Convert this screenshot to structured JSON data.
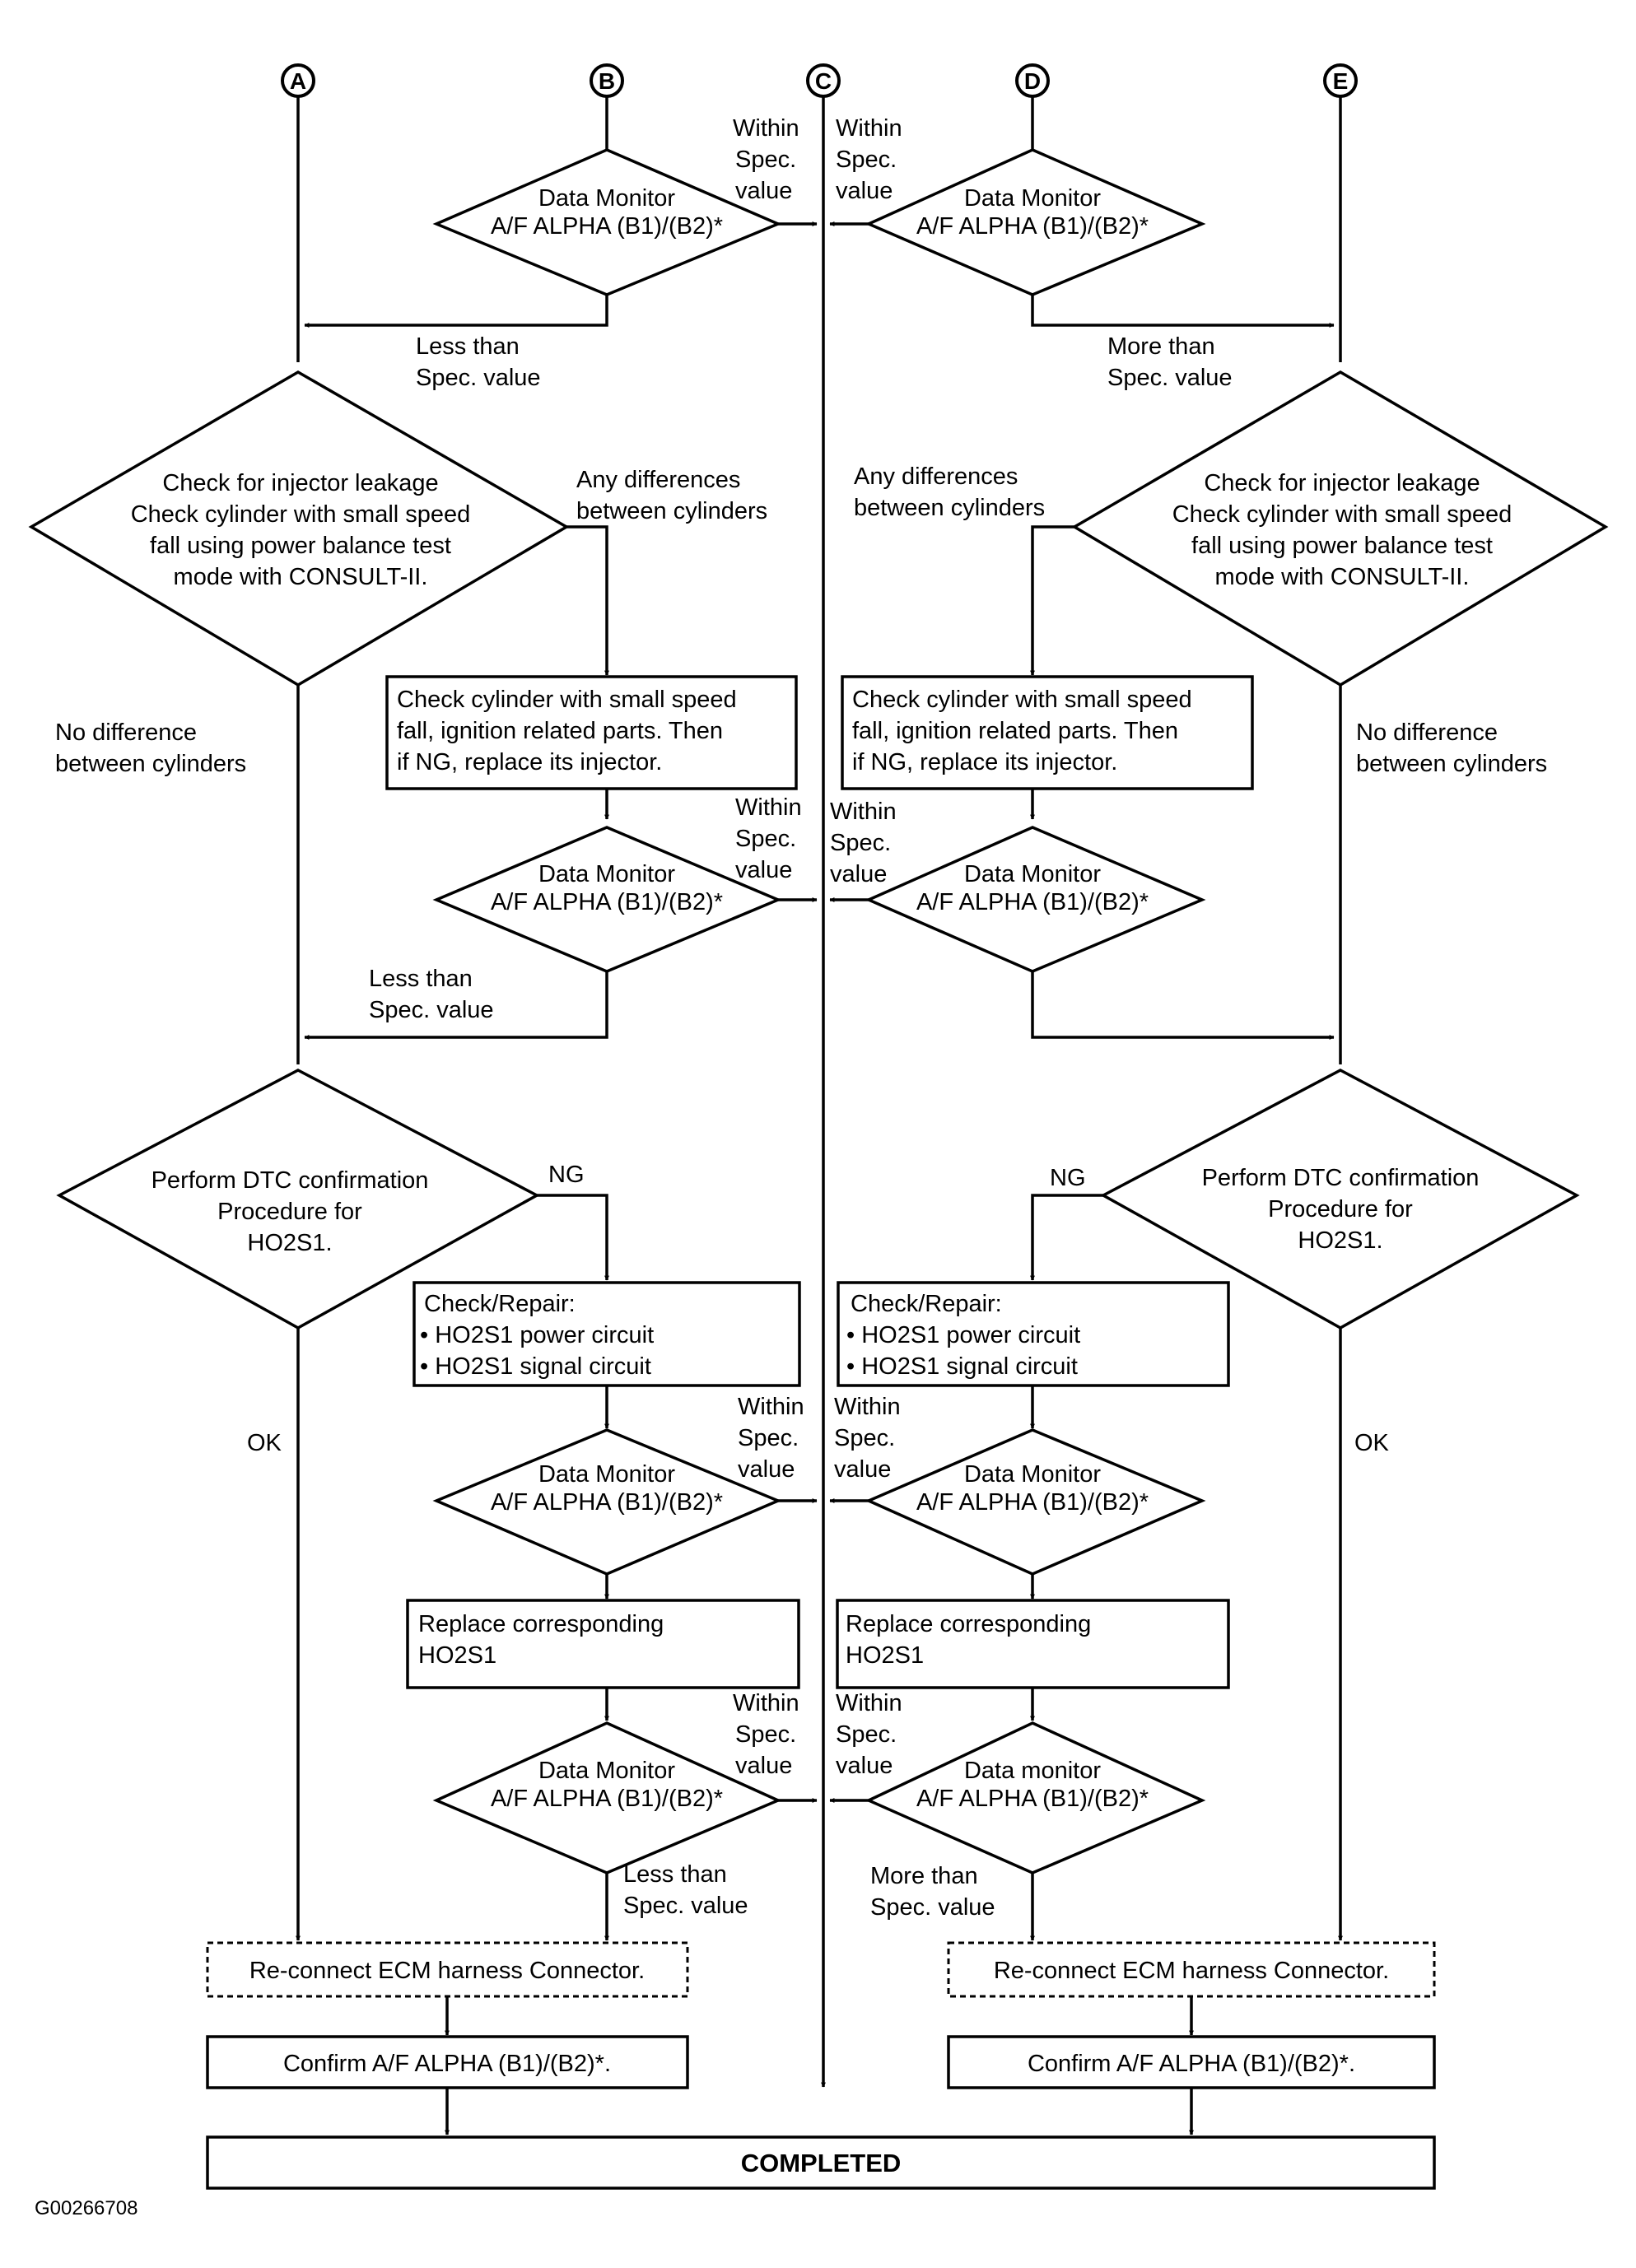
{
  "connectors": {
    "a": "A",
    "b": "B",
    "c": "C",
    "d": "D",
    "e": "E"
  },
  "data_monitor": {
    "title": "Data Monitor",
    "title_lower": "Data monitor",
    "param": "A/F ALPHA (B1)/(B2)*"
  },
  "labels": {
    "within": "Within",
    "spec": "Spec.",
    "value": "value",
    "spec_value": "Spec. value",
    "less_than": "Less than",
    "more_than": "More than",
    "any_diff_1": "Any differences",
    "any_diff_2": "between cylinders",
    "no_diff_1": "No difference",
    "no_diff_2": "between cylinders",
    "ng": "NG",
    "ok": "OK"
  },
  "injector_check": {
    "line1": "Check for injector leakage",
    "line2": "Check cylinder with small speed",
    "line3": "fall using power balance test",
    "line4": "mode with CONSULT-II."
  },
  "ignition_box": {
    "line1": "Check cylinder with small speed",
    "line2": "fall, ignition related parts. Then",
    "line3": "if NG, replace its injector."
  },
  "dtc_check": {
    "line1": "Perform DTC confirmation",
    "line2": "Procedure for",
    "line3": "HO2S1."
  },
  "repair_box": {
    "line1": "Check/Repair:",
    "line2": "• HO2S1 power circuit",
    "line3": "• HO2S1 signal circuit"
  },
  "replace_box": {
    "line1": "Replace corresponding",
    "line2": "HO2S1"
  },
  "reconnect": "Re-connect ECM harness Connector.",
  "confirm": "Confirm A/F ALPHA (B1)/(B2)*.",
  "completed": "COMPLETED",
  "figure_id": "G00266708"
}
